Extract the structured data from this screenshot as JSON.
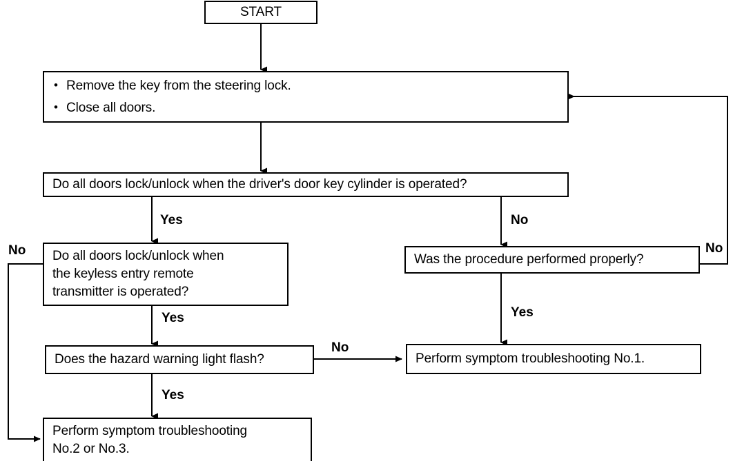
{
  "diagram": {
    "title": "Keyless entry / power door lock system troubleshooting flowchart",
    "line_color": "#000000",
    "background": "#ffffff",
    "text_color": "#000000"
  },
  "nodes": {
    "start": {
      "label": "START"
    },
    "prep": {
      "bullets": [
        "Remove the key from the steering lock.",
        "Close all doors."
      ]
    },
    "q_key_cylinder": {
      "label": "Do all doors lock/unlock when the driver's door key cylinder is operated?"
    },
    "q_remote": {
      "lines": [
        "Do all doors lock/unlock when",
        "the keyless entry remote",
        "transmitter is operated?"
      ]
    },
    "q_procedure": {
      "label": "Was the procedure performed properly?"
    },
    "q_hazard": {
      "label": "Does the hazard warning light flash?"
    },
    "result_no1": {
      "label": "Perform symptom troubleshooting No.1."
    },
    "result_no2_no3": {
      "lines": [
        "Perform symptom troubleshooting",
        "No.2 or No.3."
      ]
    }
  },
  "edge_labels": {
    "cylinder_yes": "Yes",
    "cylinder_no": "No",
    "remote_no": "No",
    "remote_yes": "Yes",
    "procedure_no": "No",
    "procedure_yes": "Yes",
    "hazard_no": "No",
    "hazard_yes": "Yes"
  }
}
